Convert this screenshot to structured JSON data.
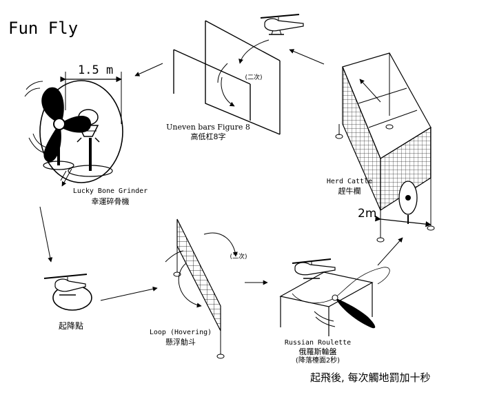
{
  "title": "Fun Fly",
  "stations": {
    "bone_grinder": {
      "dimension": "1.5 m",
      "name_en": "Lucky Bone Grinder",
      "name_zh": "幸運碎骨機"
    },
    "uneven_bars": {
      "name_en": "Uneven bars Figure 8",
      "name_zh": "高低杠8字",
      "note": "(二次)"
    },
    "herd_cattle": {
      "name_en": "Herd Cattle",
      "name_zh": "趕牛欄",
      "dimension": "2m"
    },
    "landing": {
      "name_zh": "起降點"
    },
    "loop": {
      "name_en": "Loop (Hovering)",
      "name_zh": "懸浮觔斗",
      "note": "(二次)"
    },
    "roulette": {
      "name_en": "Russian Roulette",
      "name_zh": "俄羅斯輪盤",
      "note": "(降落檯面2秒)"
    }
  },
  "footer_note": "起飛後, 每次觸地罰加十秒"
}
